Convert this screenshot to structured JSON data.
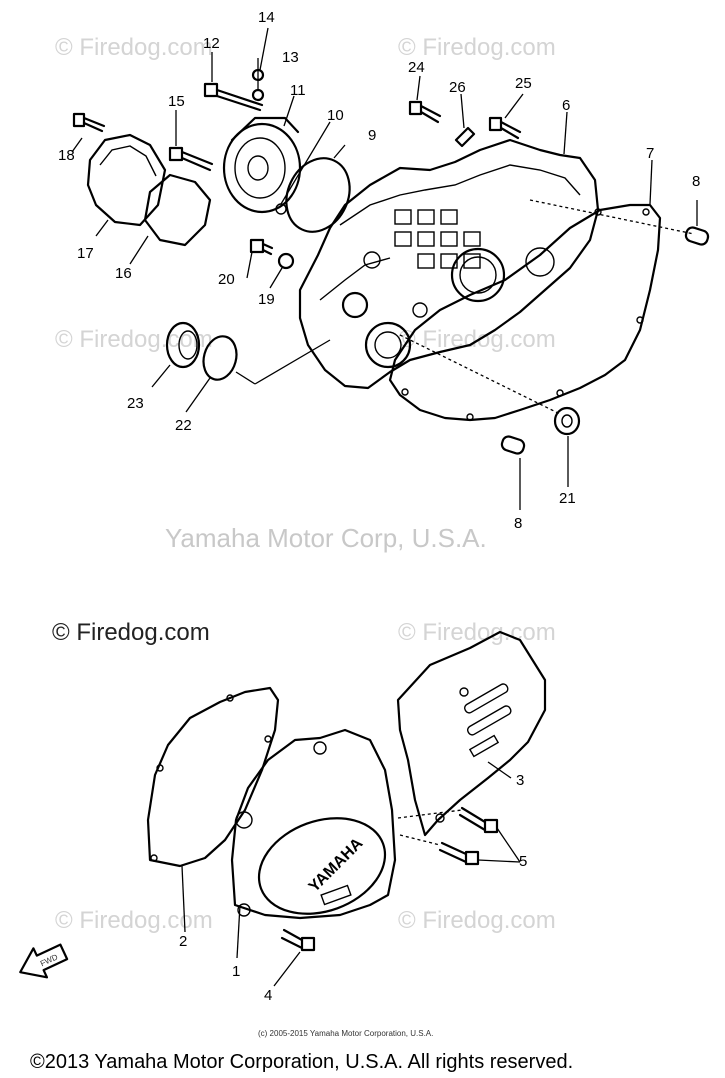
{
  "watermark": "© Firedog.com",
  "corp_watermark": "Yamaha Motor Corp, U.S.A.",
  "small_copyright": "(c) 2005-2015 Yamaha Motor Corporation, U.S.A.",
  "footer_copyright": "©2013 Yamaha Motor Corporation, U.S.A. All rights reserved.",
  "emboss_brand": "YAMAHA",
  "fwd_label": "FWD",
  "callouts": {
    "c1": "1",
    "c2": "2",
    "c3": "3",
    "c4": "4",
    "c5": "5",
    "c6": "6",
    "c7": "7",
    "c8a": "8",
    "c8b": "8",
    "c9": "9",
    "c10": "10",
    "c11": "11",
    "c12": "12",
    "c13": "13",
    "c14": "14",
    "c15": "15",
    "c16": "16",
    "c17": "17",
    "c18": "18",
    "c19": "19",
    "c20": "20",
    "c21": "21",
    "c22": "22",
    "c23": "23",
    "c24": "24",
    "c25": "25",
    "c26": "26"
  }
}
